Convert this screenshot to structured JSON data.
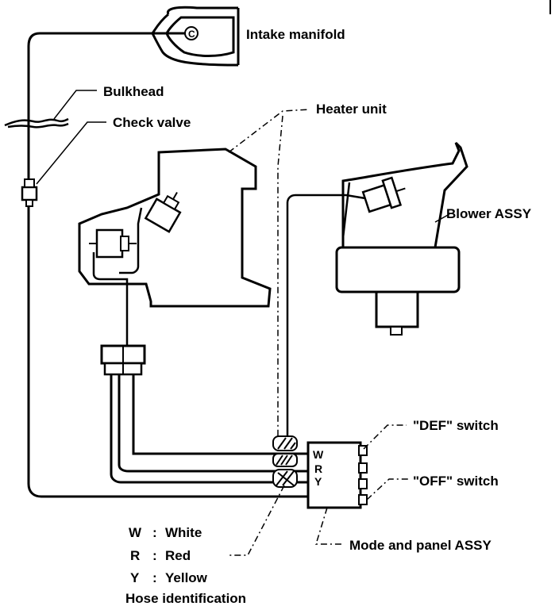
{
  "labels": {
    "intake_manifold": "Intake manifold",
    "bulkhead": "Bulkhead",
    "check_valve": "Check valve",
    "heater_unit": "Heater unit",
    "blower_assy": "Blower ASSY",
    "def_switch": "\"DEF\" switch",
    "off_switch": "\"OFF\" switch",
    "mode_panel_assy": "Mode and panel ASSY",
    "port_c": "C"
  },
  "switch_ports": [
    "W",
    "R",
    "Y"
  ],
  "legend": {
    "items": [
      {
        "code": "W",
        "sep": ":",
        "name": "White"
      },
      {
        "code": "R",
        "sep": ":",
        "name": "Red"
      },
      {
        "code": "Y",
        "sep": ":",
        "name": "Yellow"
      }
    ],
    "caption": "Hose identification"
  }
}
